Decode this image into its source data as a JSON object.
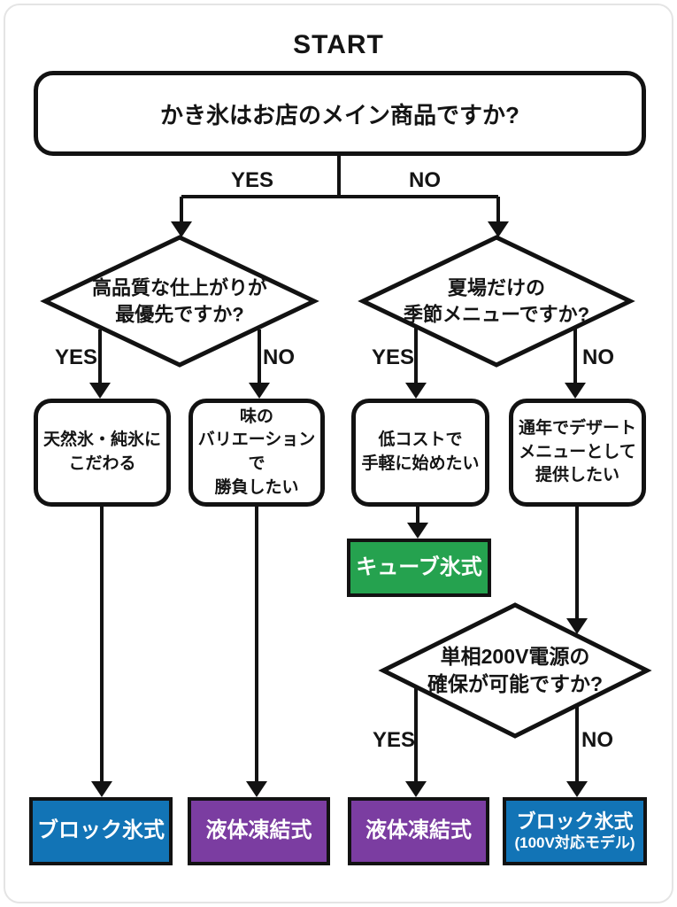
{
  "title": "START",
  "labels": {
    "yes": "YES",
    "no": "NO"
  },
  "colors": {
    "outline": "#121212",
    "blue": "#1274b6",
    "purple": "#7b3da1",
    "green": "#25a24f"
  },
  "nodes": {
    "main_question": {
      "text": "かき氷はお店のメイン商品ですか?"
    },
    "quality_decision": {
      "line1": "高品質な仕上がりが",
      "line2": "最優先ですか?"
    },
    "seasonal_decision": {
      "line1": "夏場だけの",
      "line2": "季節メニューですか?"
    },
    "natural_ice": {
      "line1": "天然氷・純氷に",
      "line2": "こだわる"
    },
    "flavor_variation": {
      "line1": "味の",
      "line2": "バリエーションで",
      "line3": "勝負したい"
    },
    "low_cost": {
      "line1": "低コストで",
      "line2": "手軽に始めたい"
    },
    "year_round": {
      "line1": "通年でデザート",
      "line2": "メニューとして",
      "line3": "提供したい"
    },
    "power_decision": {
      "line1": "単相200V電源の",
      "line2": "確保が可能ですか?"
    },
    "result_cube": {
      "label": "キューブ氷式"
    },
    "result_block_left": {
      "label": "ブロック氷式"
    },
    "result_liquid_left": {
      "label": "液体凍結式"
    },
    "result_liquid_right": {
      "label": "液体凍結式"
    },
    "result_block_right": {
      "label": "ブロック氷式",
      "sub": "(100V対応モデル)"
    }
  }
}
